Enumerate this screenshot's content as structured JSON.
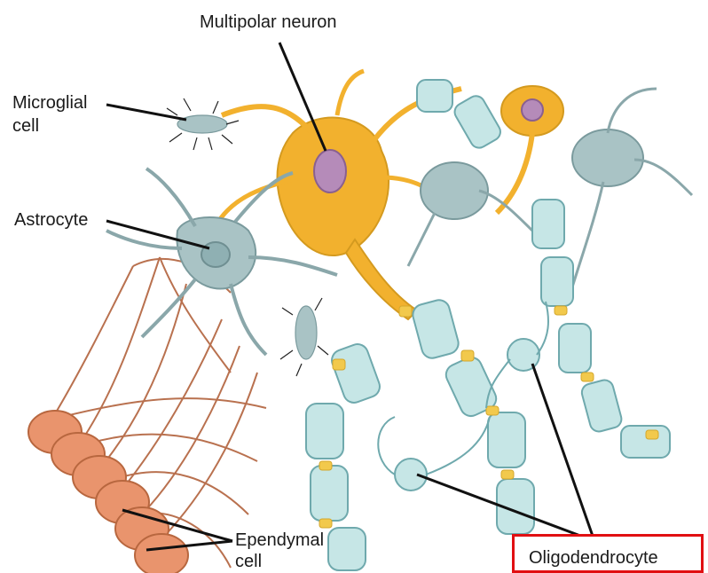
{
  "labels": {
    "multipolar_neuron": "Multipolar neuron",
    "microglial_line1": "Microglial",
    "microglial_line2": "cell",
    "astrocyte": "Astrocyte",
    "ependymal_line1": "Ependymal",
    "ependymal_line2": "cell",
    "oligodendrocyte": "Oligodendrocyte"
  },
  "colors": {
    "neuron": "#f2b12e",
    "neuron_nucleus": "#b58bb9",
    "glia": "#9fbcbf",
    "myelin": "#c6e6e6",
    "myelin_edge": "#6fa9ad",
    "node": "#f2c94c",
    "ependymal": "#e9946d",
    "ependymal_fiber": "#b9714f",
    "highlight": "#e10f12"
  },
  "highlight": {
    "target": "oligodendrocyte",
    "color": "#e10f12"
  }
}
